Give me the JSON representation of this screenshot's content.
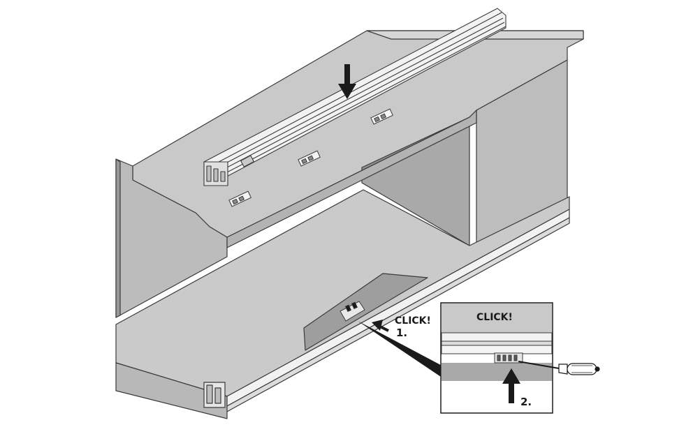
{
  "labels": {
    "click_main": "CLICK!",
    "step_1": "1.",
    "click_detail": "CLICK!",
    "step_2": "2."
  },
  "colors": {
    "panel": "#c9c9c9",
    "panel_dark": "#9e9e9e",
    "panel_light": "#dcdcdc",
    "outline": "#3a3a3a",
    "rail": "#f2f2f2",
    "ink": "#1a1a1a"
  },
  "icons": [
    "down-arrow-icon",
    "push-arrow-icon",
    "up-arrow-icon",
    "screwdriver-icon"
  ]
}
